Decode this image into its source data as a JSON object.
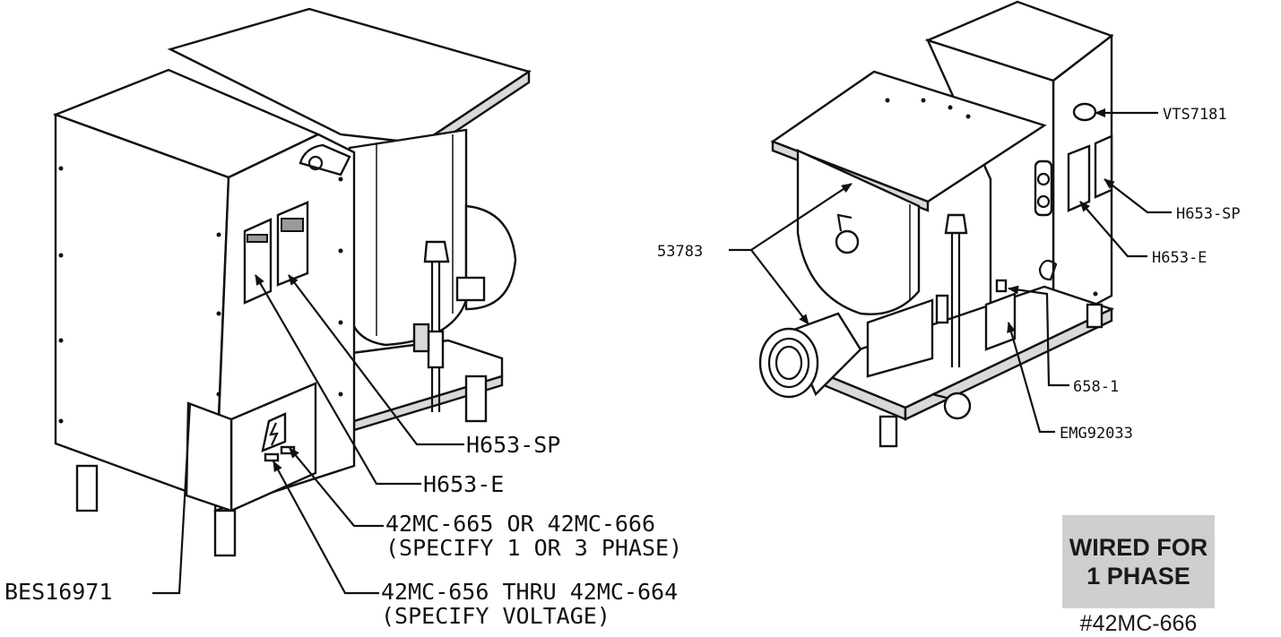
{
  "left_view": {
    "labels": {
      "h653_sp": "H653-SP",
      "h653_e": "H653-E",
      "part_665_666": "42MC-665 OR 42MC-666",
      "part_665_666_note": "(SPECIFY 1 OR 3 PHASE)",
      "bes16971": "BES16971",
      "part_656_664": "42MC-656 THRU 42MC-664",
      "part_656_664_note": "(SPECIFY VOLTAGE)"
    }
  },
  "right_view": {
    "labels": {
      "vts7181": "VTS7181",
      "h653_sp": "H653-SP",
      "h653_e": "H653-E",
      "p53783": "53783",
      "p658_1": "658-1",
      "emg92033": "EMG92033"
    }
  },
  "wired_box": {
    "line1": "WIRED FOR",
    "line2": "1 PHASE"
  },
  "part_number": "#42MC-666"
}
